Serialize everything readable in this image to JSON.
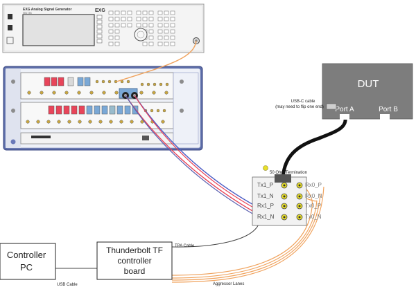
{
  "generator": {
    "name": "EXG Analog Signal Generator",
    "model": "N5173B",
    "logo": "EXG"
  },
  "dut": {
    "title": "DUT",
    "port_a": "Port A",
    "port_b": "Port B"
  },
  "usb_c_cable": {
    "line1": "USB-C cable",
    "line2": "(may need to flip one end)"
  },
  "termination": "50 Ohm Termination",
  "fixture": {
    "left_labels": [
      "Tx1_P",
      "Tx1_N",
      "Rx1_P",
      "Rx1_N"
    ],
    "right_labels": [
      "Rx0_P",
      "Rx0_N",
      "Tx0_P",
      "Tx0_N"
    ]
  },
  "controller_pc": {
    "line1": "Controller",
    "line2": "PC"
  },
  "tbt_board": {
    "line1": "Thunderbolt TF",
    "line2": "controller",
    "line3": "board"
  },
  "cables": {
    "usb": "USB Cable",
    "tpa": "TPA Cable",
    "aggressor": "Aggressor Lanes"
  },
  "colors": {
    "red_cable": "#e8455a",
    "blue_cable": "#4a5bc4",
    "orange_cable": "#f0a35e",
    "dut_fill": "#7d7d7d",
    "connector_yellow": "#e8df2a"
  }
}
